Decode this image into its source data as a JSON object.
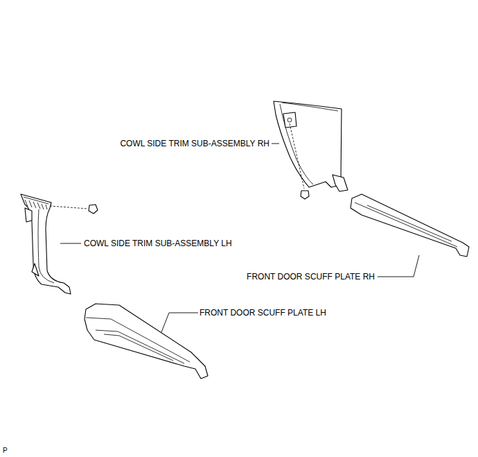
{
  "diagram": {
    "labels": [
      "COWL SIDE TRIM SUB-ASSEMBLY RH",
      "COWL SIDE TRIM SUB-ASSEMBLY LH",
      "FRONT DOOR SCUFF PLATE RH",
      "FRONT DOOR SCUFF PLATE LH",
      "P"
    ]
  }
}
